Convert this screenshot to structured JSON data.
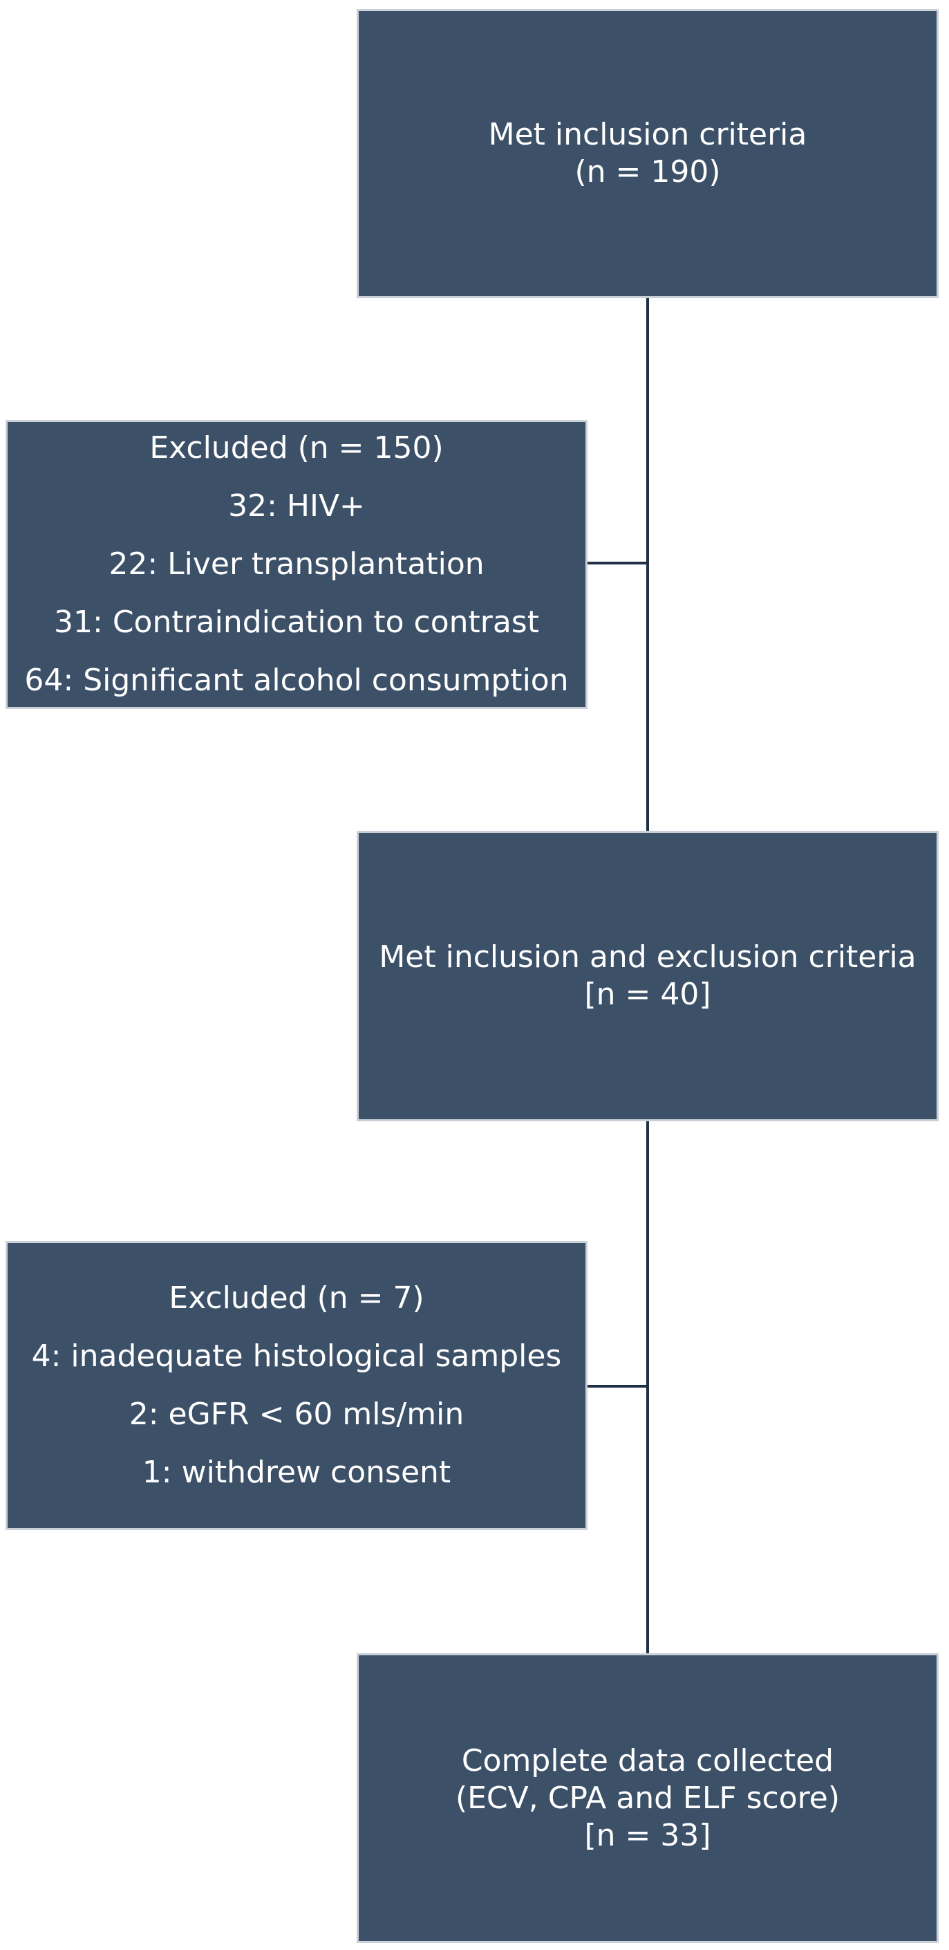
{
  "flowchart": {
    "colors": {
      "box_fill": "#3c5068",
      "box_border": "#c9d0d8",
      "connector": "#1f3044",
      "text": "#ffffff"
    },
    "boxes": [
      {
        "id": "box-met-inclusion",
        "lines": [
          "Met inclusion criteria",
          "(n = 190)"
        ]
      },
      {
        "id": "box-excluded-150",
        "lines": [
          "Excluded (n = 150)",
          "32: HIV+",
          "22: Liver transplantation",
          "31: Contraindication to contrast",
          "64: Significant alcohol consumption"
        ]
      },
      {
        "id": "box-met-inclusion-exclusion",
        "lines": [
          "Met inclusion and exclusion criteria",
          "[n = 40]"
        ]
      },
      {
        "id": "box-excluded-7",
        "lines": [
          "Excluded (n = 7)",
          "4: inadequate histological samples",
          "2: eGFR < 60 mls/min",
          "1: withdrew consent"
        ]
      },
      {
        "id": "box-complete-data",
        "lines": [
          "Complete data collected",
          "(ECV, CPA and ELF score)",
          "[n = 33]"
        ]
      }
    ]
  }
}
